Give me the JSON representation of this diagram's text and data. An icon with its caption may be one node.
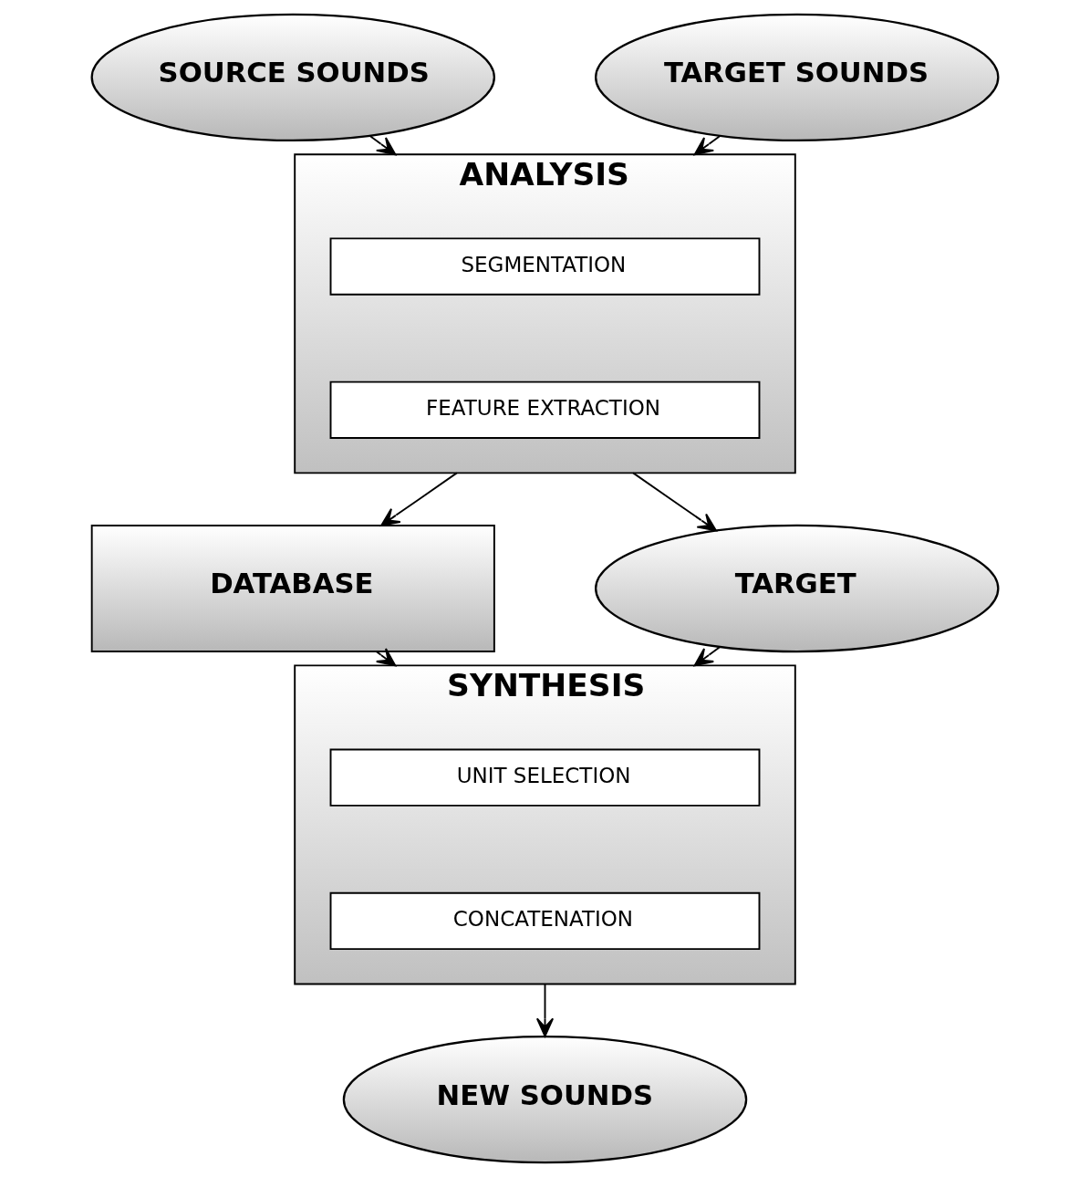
{
  "diagram": {
    "nodes": [
      {
        "text": [
          "SOURCE SOUNDS"
        ]
      },
      {
        "text": [
          "TARGET SOUNDS"
        ]
      },
      {
        "text": [
          "ANALYSIS"
        ]
      },
      {
        "text": [
          "SEGMENTATION"
        ],
        "in": 2
      },
      {
        "text": [
          "FEATURE EXTRACTION"
        ],
        "in": 2
      },
      {
        "text": [
          "DATABASE"
        ]
      },
      {
        "text": [
          "TARGET"
        ]
      },
      {
        "text": [
          "SYNTHESIS"
        ]
      },
      {
        "text": [
          "UNIT SELECTION"
        ],
        "in": 7
      },
      {
        "text": [
          "CONCATENATION"
        ],
        "in": 7
      },
      {
        "text": [
          "NEW SOUNDS"
        ]
      }
    ],
    "edges": [
      {
        "from": 0,
        "to": 2,
        "arrow": "to"
      },
      {
        "from": 1,
        "to": 2,
        "arrow": "to"
      },
      {
        "from": 2,
        "to": 5,
        "arrow": "to"
      },
      {
        "from": 2,
        "to": 6,
        "arrow": "to"
      },
      {
        "from": 5,
        "to": 7,
        "arrow": "to"
      },
      {
        "from": 6,
        "to": 7,
        "arrow": "to"
      },
      {
        "from": 7,
        "to": 10,
        "arrow": "to"
      }
    ]
  }
}
